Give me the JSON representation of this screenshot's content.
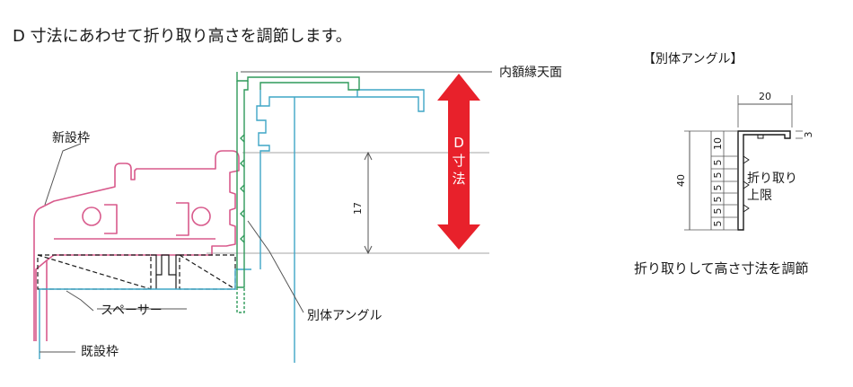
{
  "title": "D 寸法にあわせて折り取り高さを調節します。",
  "labels": {
    "inner_frame_top": "内額縁天面",
    "new_frame": "新設枠",
    "existing_frame": "既設枠",
    "spacer": "スペーサー",
    "separate_angle": "別体アングル",
    "d_dimension": "D寸法",
    "dim_17": "17"
  },
  "detail": {
    "heading": "【別体アングル】",
    "dim_width": "20",
    "dim_flange": "3",
    "dim_height": "40",
    "steps": [
      "10",
      "5",
      "5",
      "5",
      "5",
      "5",
      "5"
    ],
    "break_label_1": "折り取り",
    "break_label_2": "上限",
    "caption": "折り取りして高さ寸法を調節"
  },
  "colors": {
    "pink": "#d85a8c",
    "green": "#2f9a5a",
    "cyan": "#3ea6c6",
    "red": "#e8212b",
    "line": "#333333",
    "gray": "#888888"
  }
}
